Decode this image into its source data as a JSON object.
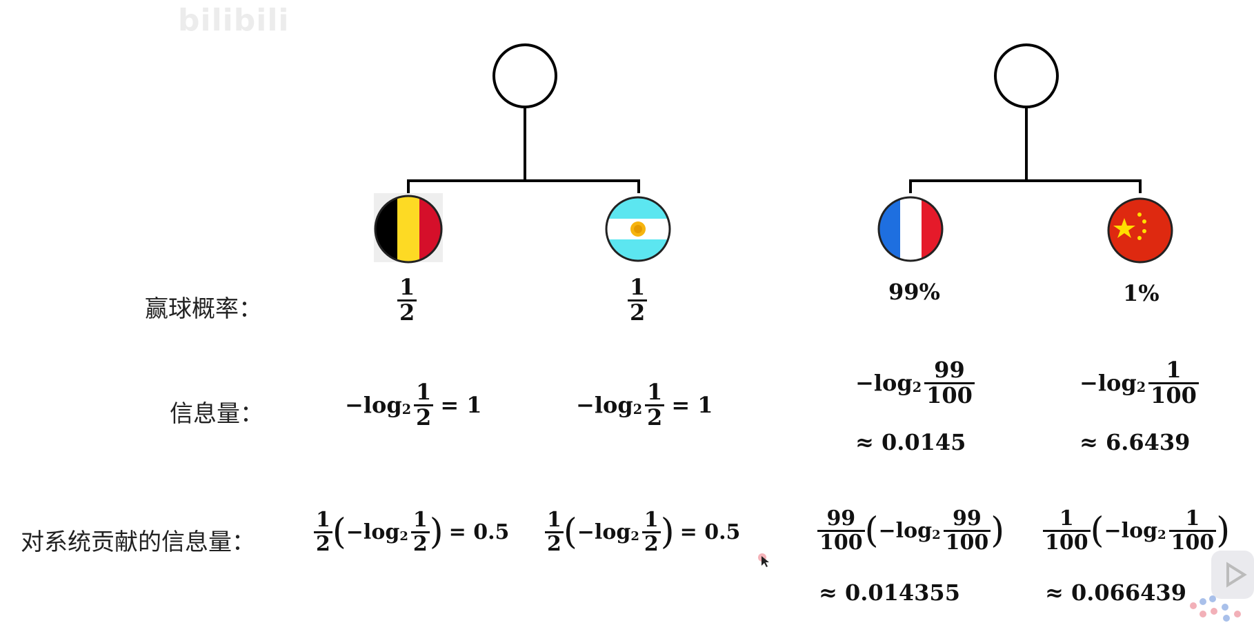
{
  "watermark": {
    "site": "bilibili"
  },
  "labels": {
    "win_prob": "赢球概率：",
    "info": "信息量：",
    "contrib": "对系统贡献的信息量："
  },
  "teams": [
    {
      "flag": "belgium-flag-icon",
      "prob_num": "1",
      "prob_den": "2",
      "info_expr": "−log",
      "info_base": "2",
      "info_num": "1",
      "info_den": "2",
      "info_result": "= 1",
      "contrib_num": "1",
      "contrib_den": "2",
      "contrib_result": "= 0.5"
    },
    {
      "flag": "argentina-flag-icon",
      "prob_num": "1",
      "prob_den": "2",
      "info_expr": "−log",
      "info_base": "2",
      "info_num": "1",
      "info_den": "2",
      "info_result": "= 1",
      "contrib_num": "1",
      "contrib_den": "2",
      "contrib_result": "= 0.5"
    },
    {
      "flag": "france-flag-icon",
      "prob": "99%",
      "info_expr": "−log",
      "info_base": "2",
      "info_num": "99",
      "info_den": "100",
      "info_result": "≈ 0.0145",
      "contrib_num": "99",
      "contrib_den": "100",
      "contrib_result": "≈ 0.014355"
    },
    {
      "flag": "china-flag-icon",
      "prob": "1%",
      "info_expr": "−log",
      "info_base": "2",
      "info_num": "1",
      "info_den": "100",
      "info_result": "≈ 6.6439",
      "contrib_num": "1",
      "contrib_den": "100",
      "contrib_result": "≈ 0.066439"
    }
  ],
  "colors": {
    "line": "#000000",
    "belgium": [
      "#000000",
      "#FDDA24",
      "#EF3340"
    ],
    "argentina": [
      "#74ACDF",
      "#FFFFFF",
      "#F6B40E"
    ],
    "france": [
      "#0055A4",
      "#FFFFFF",
      "#EF4135"
    ],
    "china": [
      "#DE2910",
      "#FFDE00"
    ]
  }
}
